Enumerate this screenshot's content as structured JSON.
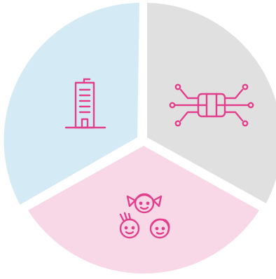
{
  "segments": [
    {
      "id": "building",
      "icon": "office-building-icon",
      "fill": "#d4eaf4"
    },
    {
      "id": "technology",
      "icon": "microchip-circuit-icon",
      "fill": "#e0e0e0"
    },
    {
      "id": "children",
      "icon": "children-faces-icon",
      "fill": "#f8d8e7"
    }
  ],
  "colors": {
    "accent": "#e23e8c",
    "background": "#ffffff"
  }
}
